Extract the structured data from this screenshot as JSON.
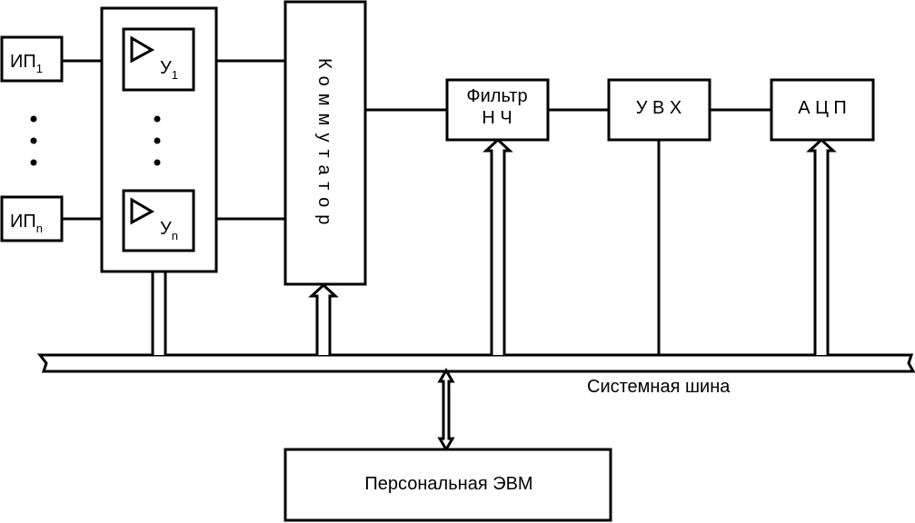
{
  "sources": {
    "first": {
      "main": "ИП",
      "sub": "1"
    },
    "last": {
      "main": "ИП",
      "sub": "n"
    }
  },
  "amplifiers": {
    "first": {
      "main": "У",
      "sub": "1"
    },
    "last": {
      "main": "У",
      "sub": "n"
    }
  },
  "commutator": {
    "letters": [
      "К",
      "о",
      "м",
      "м",
      "у",
      "т",
      "а",
      "т",
      "о",
      "р"
    ]
  },
  "filter": {
    "line1": "Фильтр",
    "line2": "Н Ч"
  },
  "sample_hold": {
    "label": "У В Х"
  },
  "adc": {
    "label": "А Ц П"
  },
  "bus": {
    "label": "Системная шина"
  },
  "pc": {
    "label": "Персональная ЭВМ"
  }
}
